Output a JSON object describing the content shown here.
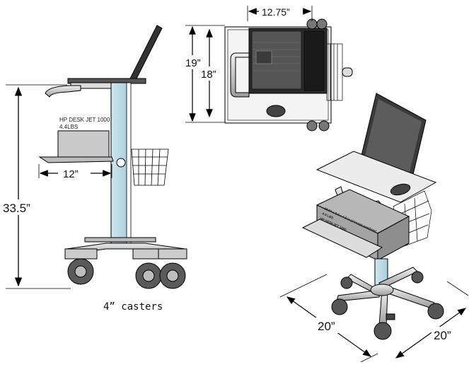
{
  "dimensions": {
    "height_total": "33.5”",
    "shelf_width": "12”",
    "top_width": "12.75”",
    "top_depth_outer": "19”",
    "top_depth_inner": "18”",
    "base_width_left": "20”",
    "base_width_right": "20”"
  },
  "printer_label": {
    "model": "HP DESK JET 1000",
    "weight": "4.4LBS"
  },
  "caster_label": "4” casters",
  "iso_box_label": {
    "line1": "18.07 x 8.3 x 4.9 in (storage position)",
    "line2": "4.4 LBS",
    "line3": "HP DESKJET 1000"
  }
}
